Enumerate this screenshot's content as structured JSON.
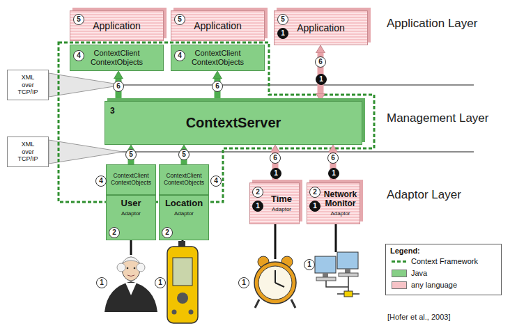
{
  "diagram": {
    "caption": "[Hofer et al., 2003]",
    "nodes": [
      {
        "text": [
          "Application"
        ]
      },
      {
        "text": [
          "Application"
        ]
      },
      {
        "text": [
          "Application"
        ]
      },
      {
        "text": [
          "ContextClient ContextObjects"
        ]
      },
      {
        "text": [
          "ContextClient ContextObjects"
        ]
      },
      {
        "text": [
          "XML over TCP/IP"
        ]
      },
      {
        "text": [
          "ContextServer"
        ]
      },
      {
        "text": [
          "XML over TCP/IP"
        ]
      },
      {
        "text": [
          "ContextClient ContextObjects"
        ]
      },
      {
        "text": [
          "ContextClient ContextObjects"
        ]
      },
      {
        "text": [
          "User",
          "Adaptor"
        ]
      },
      {
        "text": [
          "Location",
          "Adaptor"
        ]
      },
      {
        "text": [
          "Time",
          "Adaptor"
        ]
      },
      {
        "text": [
          "Network Monitor",
          "Adaptor"
        ]
      }
    ],
    "edges": [
      {
        "from": 6,
        "to": 3,
        "label": "6",
        "arrow": "to"
      },
      {
        "from": 6,
        "to": 4,
        "label": "6",
        "arrow": "to"
      },
      {
        "from": 2,
        "to": 6,
        "label": "6",
        "arrow": "both"
      },
      {
        "from": 8,
        "to": 6,
        "label": "5",
        "arrow": "to"
      },
      {
        "from": 9,
        "to": 6,
        "label": "5",
        "arrow": "to"
      },
      {
        "from": 12,
        "to": 6,
        "label": "6",
        "arrow": "to"
      },
      {
        "from": 13,
        "to": 6,
        "label": "6",
        "arrow": "to"
      }
    ],
    "labels": [
      "5",
      "5",
      "5",
      "1",
      "4",
      "4",
      "3",
      "1",
      "4",
      "4",
      "2",
      "2",
      "2",
      "1",
      "2",
      "1",
      "1",
      "1",
      "1",
      "1",
      "1",
      "1",
      "Application Layer",
      "Management Layer",
      "Adaptor Layer",
      "Legend:"
    ],
    "legend": [
      {
        "text": "Context Framework"
      },
      {
        "text": "Java",
        "color": "#86cf86"
      },
      {
        "text": "any language",
        "color": "#f6c3c7"
      }
    ]
  }
}
